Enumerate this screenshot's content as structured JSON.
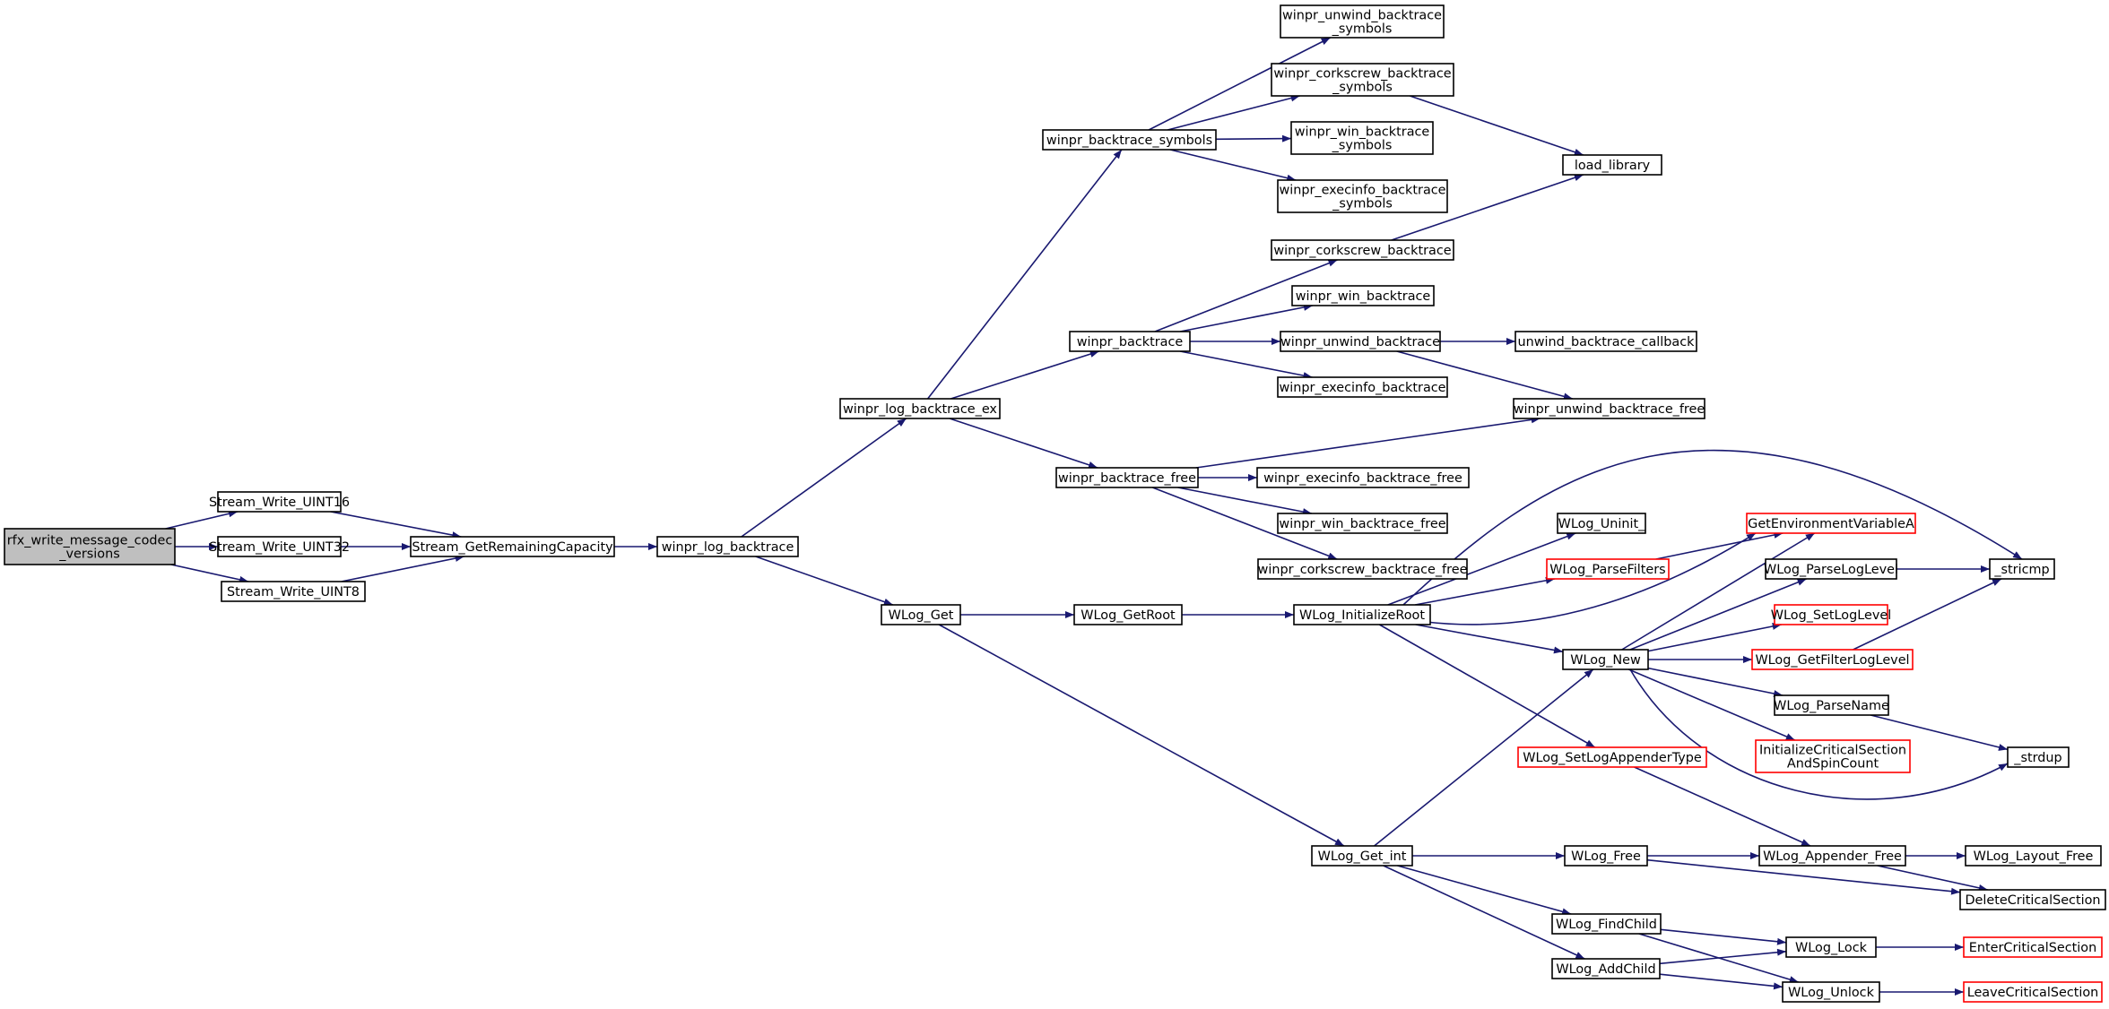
{
  "colors": {
    "edge": "#191970",
    "node_border": "#000000",
    "node_border_truncated": "#ff0000",
    "node_fill": "#ffffff",
    "root_fill": "#bfbfbf",
    "text": "#000000"
  },
  "diagram": {
    "type": "call-graph",
    "nodes": [
      {
        "id": "rfx",
        "label": [
          "rfx_write_message_codec",
          "_versions"
        ],
        "root": true
      },
      {
        "id": "sw16",
        "label": [
          "Stream_Write_UINT16"
        ]
      },
      {
        "id": "sw32",
        "label": [
          "Stream_Write_UINT32"
        ]
      },
      {
        "id": "sw8",
        "label": [
          "Stream_Write_UINT8"
        ]
      },
      {
        "id": "sgrc",
        "label": [
          "Stream_GetRemainingCapacity"
        ]
      },
      {
        "id": "wlb",
        "label": [
          "winpr_log_backtrace"
        ]
      },
      {
        "id": "wlbex",
        "label": [
          "winpr_log_backtrace_ex"
        ]
      },
      {
        "id": "wlogget",
        "label": [
          "WLog_Get"
        ]
      },
      {
        "id": "wbsym",
        "label": [
          "winpr_backtrace_symbols"
        ]
      },
      {
        "id": "wbt",
        "label": [
          "winpr_backtrace"
        ]
      },
      {
        "id": "wbtfree",
        "label": [
          "winpr_backtrace_free"
        ]
      },
      {
        "id": "wunwsym",
        "label": [
          "winpr_unwind_backtrace",
          "_symbols"
        ]
      },
      {
        "id": "wcorksym",
        "label": [
          "winpr_corkscrew_backtrace",
          "_symbols"
        ]
      },
      {
        "id": "wwinsym",
        "label": [
          "winpr_win_backtrace",
          "_symbols"
        ]
      },
      {
        "id": "wexecsym",
        "label": [
          "winpr_execinfo_backtrace",
          "_symbols"
        ]
      },
      {
        "id": "loadlib",
        "label": [
          "load_library"
        ]
      },
      {
        "id": "wcork",
        "label": [
          "winpr_corkscrew_backtrace"
        ]
      },
      {
        "id": "wwin",
        "label": [
          "winpr_win_backtrace"
        ]
      },
      {
        "id": "wunw",
        "label": [
          "winpr_unwind_backtrace"
        ]
      },
      {
        "id": "wexec",
        "label": [
          "winpr_execinfo_backtrace"
        ]
      },
      {
        "id": "unwcb",
        "label": [
          "unwind_backtrace_callback"
        ]
      },
      {
        "id": "wunwfree",
        "label": [
          "winpr_unwind_backtrace_free"
        ]
      },
      {
        "id": "wexecfree",
        "label": [
          "winpr_execinfo_backtrace_free"
        ]
      },
      {
        "id": "wwinfree",
        "label": [
          "winpr_win_backtrace_free"
        ]
      },
      {
        "id": "wcorkfree",
        "label": [
          "winpr_corkscrew_backtrace_free"
        ]
      },
      {
        "id": "getroot",
        "label": [
          "WLog_GetRoot"
        ]
      },
      {
        "id": "initroot",
        "label": [
          "WLog_InitializeRoot"
        ]
      },
      {
        "id": "uninit",
        "label": [
          "WLog_Uninit_"
        ]
      },
      {
        "id": "parsefilters",
        "label": [
          "WLog_ParseFilters"
        ],
        "truncated": true
      },
      {
        "id": "getenv",
        "label": [
          "GetEnvironmentVariableA"
        ],
        "truncated": true
      },
      {
        "id": "parseloglevel",
        "label": [
          "WLog_ParseLogLevel"
        ]
      },
      {
        "id": "stricmp",
        "label": [
          "_stricmp"
        ]
      },
      {
        "id": "setloglevel",
        "label": [
          "WLog_SetLogLevel"
        ],
        "truncated": true
      },
      {
        "id": "wlognew",
        "label": [
          "WLog_New"
        ]
      },
      {
        "id": "getfilterloglevel",
        "label": [
          "WLog_GetFilterLogLevel"
        ],
        "truncated": true
      },
      {
        "id": "parsename",
        "label": [
          "WLog_ParseName"
        ]
      },
      {
        "id": "initcs",
        "label": [
          "InitializeCriticalSection",
          "AndSpinCount"
        ],
        "truncated": true
      },
      {
        "id": "strdup",
        "label": [
          "_strdup"
        ]
      },
      {
        "id": "setappender",
        "label": [
          "WLog_SetLogAppenderType"
        ],
        "truncated": true
      },
      {
        "id": "getint",
        "label": [
          "WLog_Get_int"
        ]
      },
      {
        "id": "wlogfree",
        "label": [
          "WLog_Free"
        ]
      },
      {
        "id": "appfree",
        "label": [
          "WLog_Appender_Free"
        ]
      },
      {
        "id": "layoutfree",
        "label": [
          "WLog_Layout_Free"
        ]
      },
      {
        "id": "deletecs",
        "label": [
          "DeleteCriticalSection"
        ]
      },
      {
        "id": "findchild",
        "label": [
          "WLog_FindChild"
        ]
      },
      {
        "id": "addchild",
        "label": [
          "WLog_AddChild"
        ]
      },
      {
        "id": "lock",
        "label": [
          "WLog_Lock"
        ]
      },
      {
        "id": "unlock",
        "label": [
          "WLog_Unlock"
        ]
      },
      {
        "id": "entercs",
        "label": [
          "EnterCriticalSection"
        ],
        "truncated": true
      },
      {
        "id": "leavecs",
        "label": [
          "LeaveCriticalSection"
        ],
        "truncated": true
      }
    ],
    "edges": [
      [
        "rfx",
        "sw16"
      ],
      [
        "rfx",
        "sw32"
      ],
      [
        "rfx",
        "sw8"
      ],
      [
        "sw16",
        "sgrc"
      ],
      [
        "sw32",
        "sgrc"
      ],
      [
        "sw8",
        "sgrc"
      ],
      [
        "sgrc",
        "wlb"
      ],
      [
        "wlb",
        "wlbex"
      ],
      [
        "wlb",
        "wlogget"
      ],
      [
        "wlbex",
        "wbsym"
      ],
      [
        "wlbex",
        "wbt"
      ],
      [
        "wlbex",
        "wbtfree"
      ],
      [
        "wbsym",
        "wunwsym"
      ],
      [
        "wbsym",
        "wcorksym"
      ],
      [
        "wbsym",
        "wwinsym"
      ],
      [
        "wbsym",
        "wexecsym"
      ],
      [
        "wcorksym",
        "loadlib"
      ],
      [
        "wcork",
        "loadlib"
      ],
      [
        "wbt",
        "wcork"
      ],
      [
        "wbt",
        "wwin"
      ],
      [
        "wbt",
        "wunw"
      ],
      [
        "wbt",
        "wexec"
      ],
      [
        "wunw",
        "unwcb"
      ],
      [
        "wunw",
        "wunwfree"
      ],
      [
        "wbtfree",
        "wunwfree"
      ],
      [
        "wbtfree",
        "wexecfree"
      ],
      [
        "wbtfree",
        "wwinfree"
      ],
      [
        "wbtfree",
        "wcorkfree"
      ],
      [
        "wlogget",
        "getroot"
      ],
      [
        "wlogget",
        "getint"
      ],
      [
        "getroot",
        "initroot"
      ],
      [
        "initroot",
        "stricmp"
      ],
      [
        "initroot",
        "uninit"
      ],
      [
        "initroot",
        "parsefilters"
      ],
      [
        "initroot",
        "getenv"
      ],
      [
        "initroot",
        "wlognew"
      ],
      [
        "initroot",
        "setappender"
      ],
      [
        "parsefilters",
        "getenv"
      ],
      [
        "wlognew",
        "getenv"
      ],
      [
        "wlognew",
        "parseloglevel"
      ],
      [
        "wlognew",
        "setloglevel"
      ],
      [
        "wlognew",
        "getfilterloglevel"
      ],
      [
        "wlognew",
        "parsename"
      ],
      [
        "wlognew",
        "initcs"
      ],
      [
        "wlognew",
        "strdup"
      ],
      [
        "parseloglevel",
        "stricmp"
      ],
      [
        "getfilterloglevel",
        "stricmp"
      ],
      [
        "parsename",
        "strdup"
      ],
      [
        "setappender",
        "appfree"
      ],
      [
        "getint",
        "wlognew"
      ],
      [
        "getint",
        "wlogfree"
      ],
      [
        "getint",
        "findchild"
      ],
      [
        "getint",
        "addchild"
      ],
      [
        "wlogfree",
        "appfree"
      ],
      [
        "wlogfree",
        "deletecs"
      ],
      [
        "appfree",
        "layoutfree"
      ],
      [
        "appfree",
        "deletecs"
      ],
      [
        "findchild",
        "lock"
      ],
      [
        "findchild",
        "unlock"
      ],
      [
        "addchild",
        "lock"
      ],
      [
        "addchild",
        "unlock"
      ],
      [
        "lock",
        "entercs"
      ],
      [
        "unlock",
        "leavecs"
      ]
    ]
  }
}
